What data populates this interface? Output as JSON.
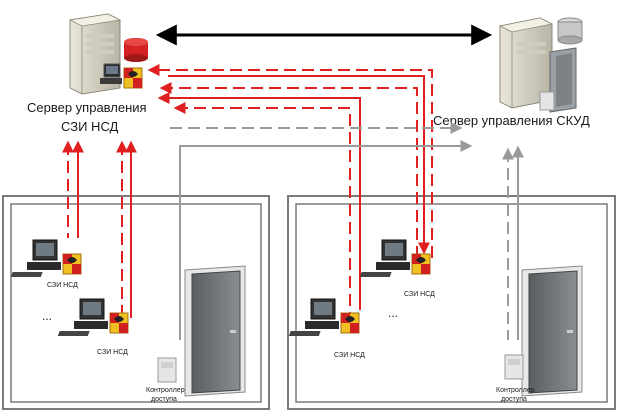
{
  "servers": {
    "szi": {
      "label_line1": "Сервер управления",
      "label_line2": "СЗИ НСД"
    },
    "skud": {
      "label": "Сервер управления СКУД"
    }
  },
  "rooms": [
    {
      "workstations": [
        {
          "label": "СЗИ НСД"
        },
        {
          "label": "СЗИ НСД"
        }
      ],
      "ellipsis": "...",
      "controller": {
        "label_line1": "Контроллер",
        "label_line2": "доступа"
      }
    },
    {
      "workstations": [
        {
          "label": "СЗИ НСД"
        },
        {
          "label": "СЗИ НСД"
        }
      ],
      "ellipsis": "...",
      "controller": {
        "label_line1": "Контроллер",
        "label_line2": "доступа"
      }
    }
  ],
  "colors": {
    "red_link": "#e02020",
    "gray_link": "#9a9a9a",
    "black_link": "#000000",
    "room_border": "#7a7a7a"
  }
}
